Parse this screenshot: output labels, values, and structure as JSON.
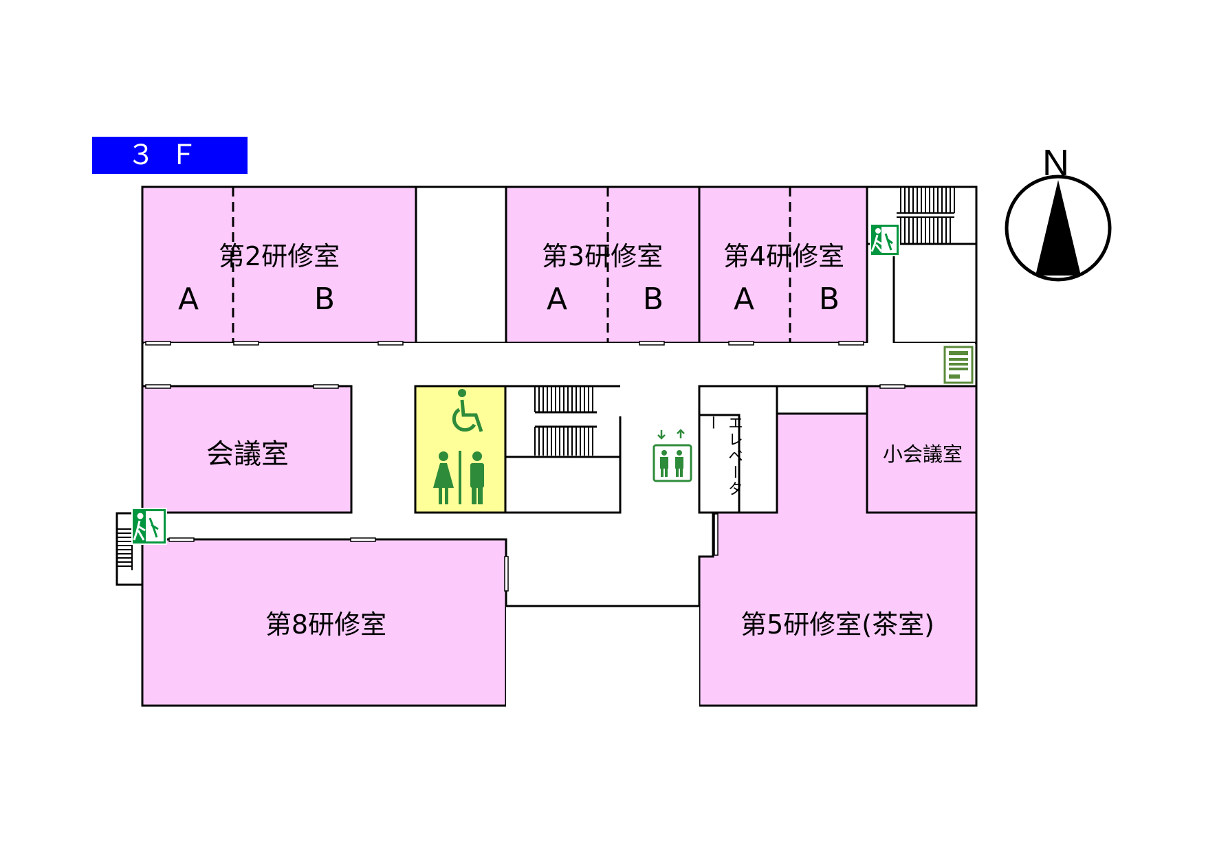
{
  "floor_label": "３Ｆ",
  "compass_label": "N",
  "rooms": {
    "training2": {
      "title": "第2研修室",
      "sections": [
        "A",
        "B"
      ]
    },
    "training3": {
      "title": "第3研修室",
      "sections": [
        "A",
        "B"
      ]
    },
    "training4": {
      "title": "第4研修室",
      "sections": [
        "A",
        "B"
      ]
    },
    "meeting_room": {
      "title": "会議室"
    },
    "small_meeting_room": {
      "title": "小会議室"
    },
    "training8": {
      "title": "第8研修室"
    },
    "training5": {
      "title": "第5研修室(茶室)"
    },
    "elevator": {
      "title": "エレベーター"
    }
  },
  "icons": [
    "emergency-exit-icon",
    "wheelchair-icon",
    "restroom-icon",
    "elevator-icon",
    "vending-machine-icon",
    "compass-icon"
  ],
  "colors": {
    "room_fill": "#fccbfc",
    "restroom_fill": "#ffff99",
    "icon_green": "#2e8b3a",
    "exit_green": "#00953f",
    "badge_blue": "#0000ff"
  }
}
